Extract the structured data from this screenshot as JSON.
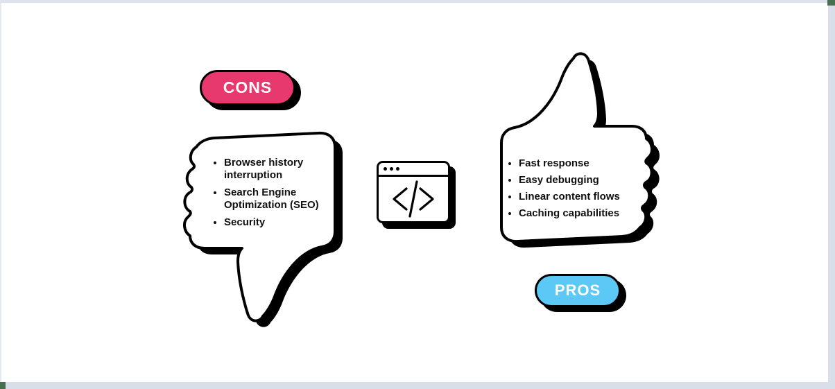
{
  "cons_section": {
    "badge": {
      "label": "CONS",
      "color": "#e8396f",
      "text_color": "#ffffff"
    },
    "icon": "thumbs-down-icon",
    "items": [
      "Browser history interruption",
      "Search Engine Optimization (SEO)",
      "Security"
    ]
  },
  "pros_section": {
    "badge": {
      "label": "PROS",
      "color": "#5cc8f6",
      "text_color": "#ffffff"
    },
    "icon": "thumbs-up-icon",
    "items": [
      "Fast response",
      "Easy debugging",
      "Linear content flows",
      "Caching capabilities"
    ]
  },
  "center": {
    "icon": "code-browser-window-icon",
    "glyph": "</>"
  },
  "frame": {
    "scrollbar_color": "#d8dfe9",
    "corner_color": "#47714e"
  }
}
